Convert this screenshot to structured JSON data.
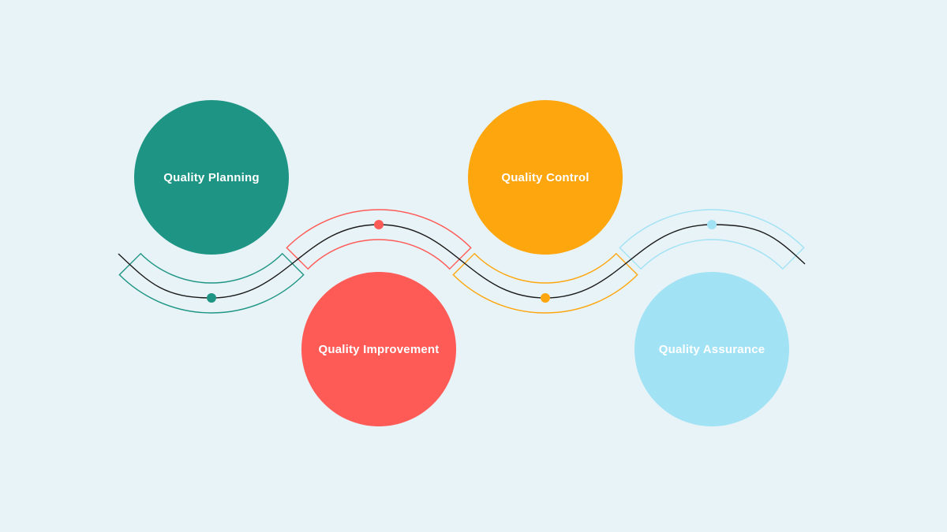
{
  "stages": [
    {
      "label": "Quality Planning",
      "color": "#1e9584",
      "position": "top"
    },
    {
      "label": "Quality Improvement",
      "color": "#fe5b57",
      "position": "bottom"
    },
    {
      "label": "Quality Control",
      "color": "#fea60d",
      "position": "top"
    },
    {
      "label": "Quality Assurance",
      "color": "#a2e2f5",
      "position": "bottom"
    }
  ],
  "connector_color": "#1a1a1a",
  "background": "#e8f3f7"
}
